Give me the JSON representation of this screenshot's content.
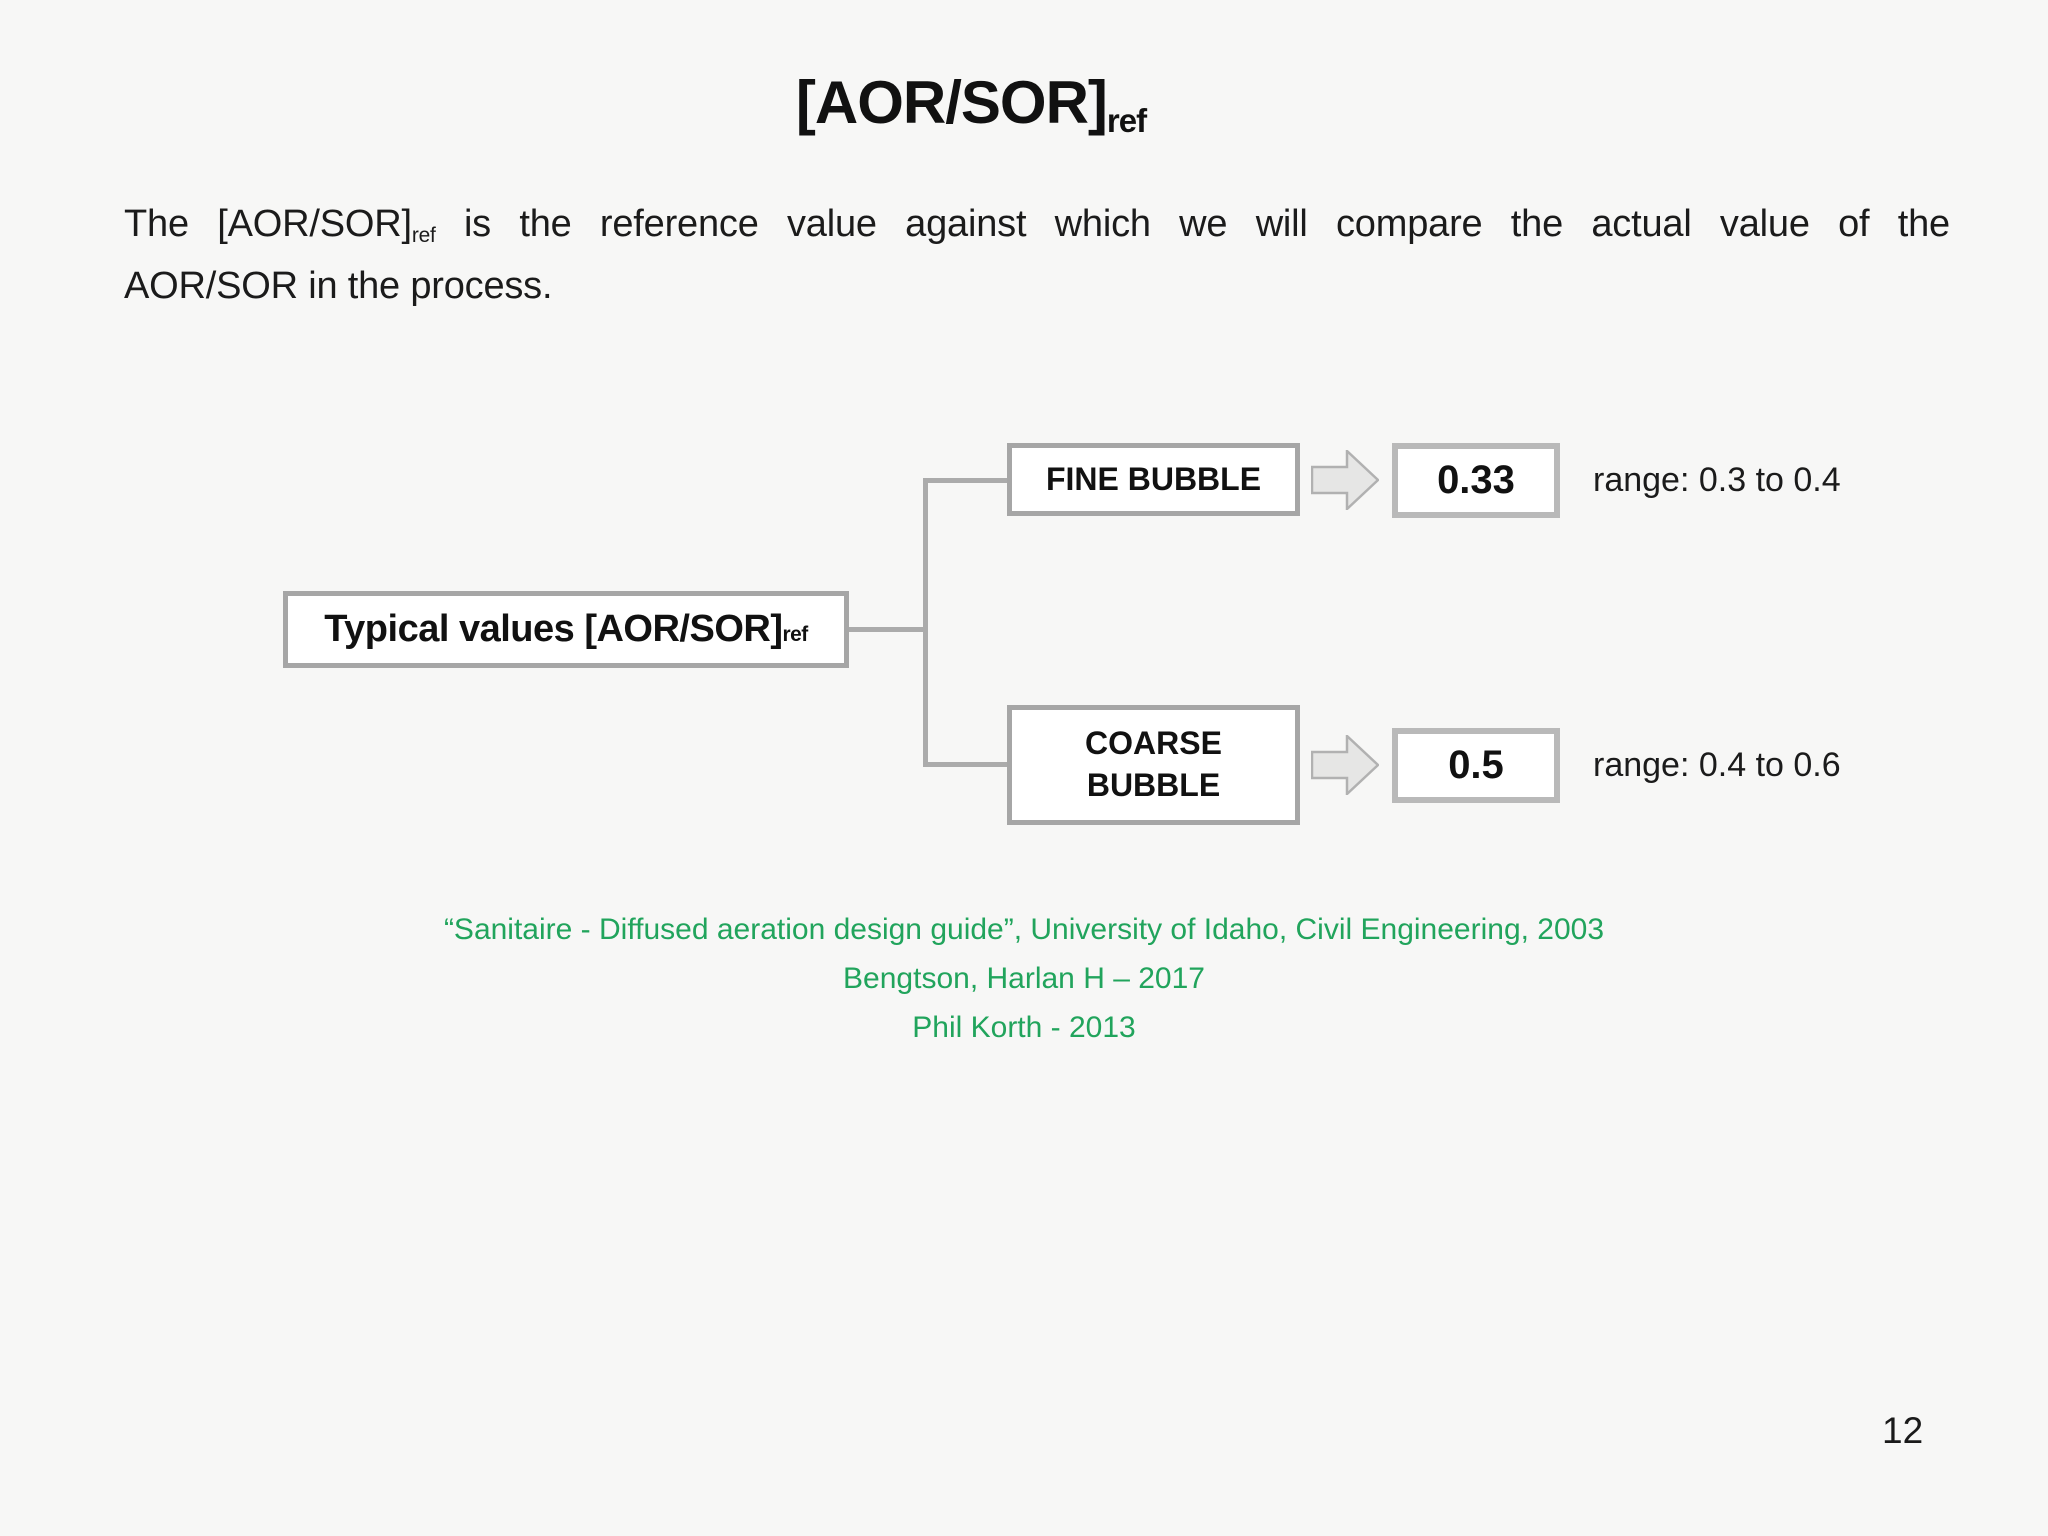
{
  "title": {
    "main": "[AOR/SOR]",
    "subscript": "ref"
  },
  "paragraph": {
    "line1_pre": "The ",
    "line1_bracket": "[AOR/SOR]",
    "line1_sub": "ref",
    "line1_post": " is the reference value against which we will compare the actual value of the",
    "line2": "AOR/SOR in the process."
  },
  "diagram": {
    "root": {
      "label": "Typical values [AOR/SOR]",
      "subscript": "ref"
    },
    "branches": [
      {
        "label": "FINE BUBBLE",
        "value": "0.33",
        "range": "range: 0.3 to 0.4"
      },
      {
        "label": "COARSE\nBUBBLE",
        "value": "0.5",
        "range": "range: 0.4 to 0.6"
      }
    ]
  },
  "citations": [
    "“Sanitaire - Diffused aeration design guide”, University of Idaho, Civil Engineering, 2003",
    "Bengtson, Harlan H – 2017",
    "Phil Korth - 2013"
  ],
  "page_number": "12",
  "colors": {
    "background": "#f7f7f6",
    "box_border": "#a6a6a6",
    "value_box_border": "#b9b9b9",
    "connector": "#ababab",
    "arrow_fill": "#e6e6e5",
    "arrow_stroke": "#b1b1b1",
    "citation_green": "#21a45c",
    "text": "#1b1b1b"
  }
}
